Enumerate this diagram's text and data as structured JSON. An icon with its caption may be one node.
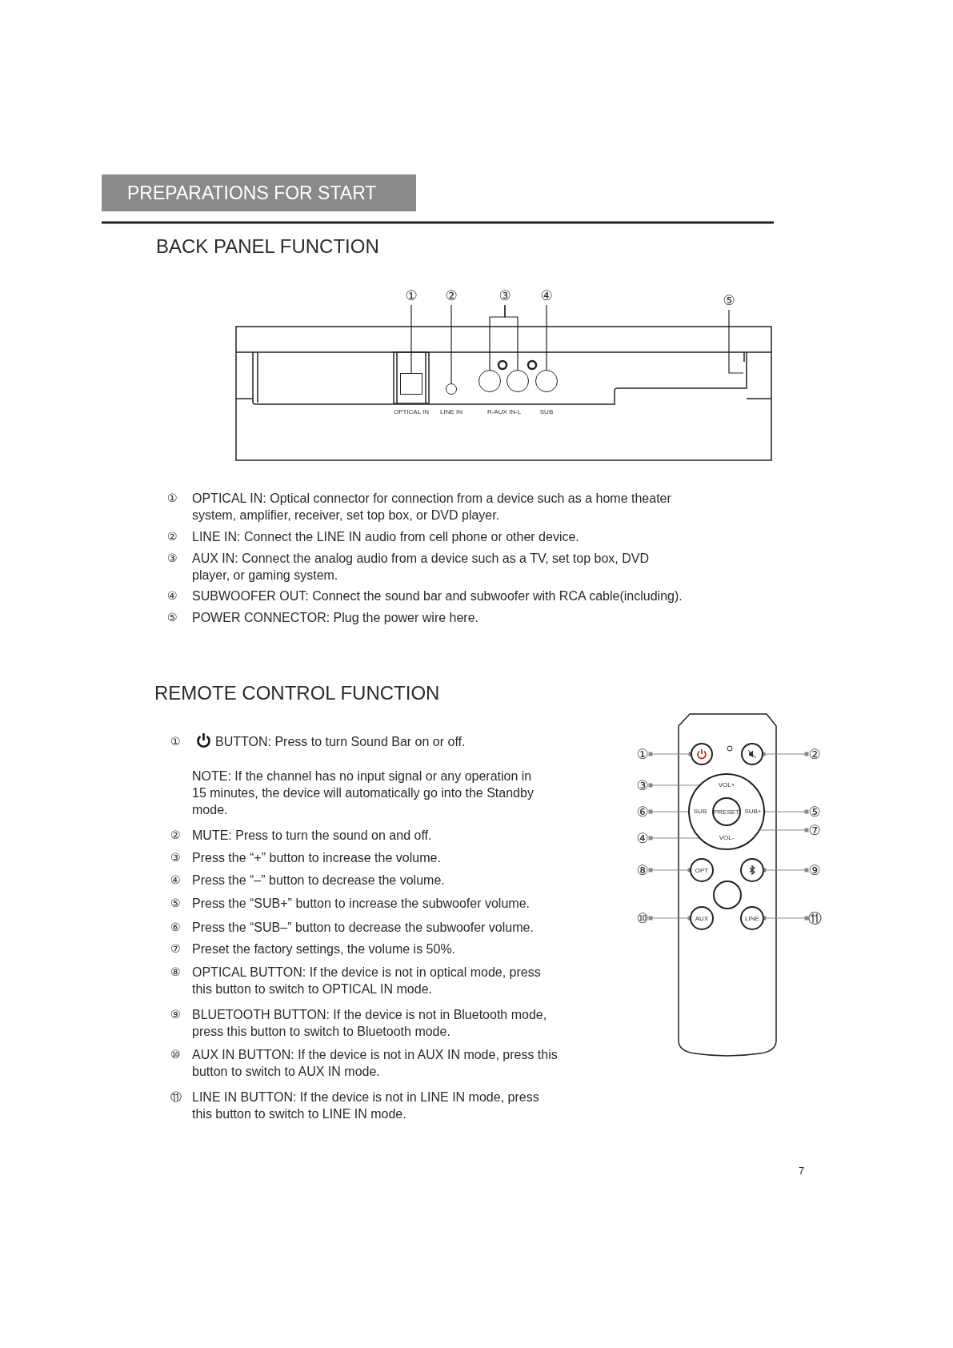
{
  "diagram": {
    "title": "PREPARATIONS FOR START",
    "nodes": [
      {
        "text": [
          "①"
        ]
      },
      {
        "text": [
          "②"
        ]
      },
      {
        "text": [
          "③"
        ]
      },
      {
        "text": [
          "④"
        ]
      },
      {
        "text": [
          "⑤"
        ]
      },
      {
        "text": [],
        "shape": "box"
      },
      {
        "text": [],
        "shape": "circle"
      },
      {
        "text": [],
        "shape": "circle"
      },
      {
        "text": [],
        "shape": "circle"
      },
      {
        "text": [],
        "shape": "circle"
      },
      {
        "text": [
          "①"
        ]
      },
      {
        "text": [
          "②"
        ]
      },
      {
        "text": [
          "③"
        ]
      },
      {
        "text": [
          "④"
        ]
      },
      {
        "text": [
          "⑤"
        ]
      },
      {
        "text": [
          "⑥"
        ]
      },
      {
        "text": [
          "⑦"
        ]
      },
      {
        "text": [
          "⑧"
        ]
      },
      {
        "text": [
          "⑨"
        ]
      },
      {
        "text": [
          "⑩"
        ]
      },
      {
        "text": [
          "⑪"
        ]
      },
      {
        "text": [],
        "shape": "circle"
      },
      {
        "text": [],
        "shape": "circle"
      },
      {
        "text": [],
        "shape": "circle"
      },
      {
        "text": [
          "VOL+"
        ],
        "in": 23
      },
      {
        "text": [
          "SUB"
        ],
        "in": 23
      },
      {
        "text": [
          "PRESET"
        ],
        "in": 23
      },
      {
        "text": [
          "SUB+"
        ],
        "in": 23
      },
      {
        "text": [
          "VOL-"
        ],
        "in": 23
      },
      {
        "text": [
          "OPT"
        ]
      },
      {
        "text": [],
        "shape": "circle"
      },
      {
        "text": [],
        "shape": "circle"
      },
      {
        "text": [
          "AUX"
        ]
      },
      {
        "text": [
          "LINE"
        ]
      }
    ],
    "edges": [
      {
        "from": 0,
        "to": 5,
        "arrow": "none",
        "color": "#222222"
      },
      {
        "from": 1,
        "to": 6,
        "arrow": "none",
        "color": "#222222"
      },
      {
        "from": 2,
        "to": 7,
        "arrow": "none",
        "color": "#222222"
      },
      {
        "from": 2,
        "to": 8,
        "arrow": "none",
        "color": "#222222"
      },
      {
        "from": 3,
        "to": 9,
        "arrow": "none",
        "color": "#222222"
      },
      {
        "from": 4,
        "to": null,
        "arrow": "none",
        "color": "#222222"
      },
      {
        "from": 10,
        "to": 21,
        "arrow": "other"
      },
      {
        "from": 11,
        "to": 22,
        "arrow": "other"
      },
      {
        "from": 12,
        "to": 24,
        "arrow": "other"
      },
      {
        "from": 13,
        "to": 28,
        "arrow": "other"
      },
      {
        "from": 14,
        "to": 27,
        "arrow": "other"
      },
      {
        "from": 15,
        "to": 25,
        "arrow": "other"
      },
      {
        "from": 16,
        "to": 26,
        "arrow": "other"
      },
      {
        "from": 17,
        "to": 29,
        "arrow": "other"
      },
      {
        "from": 18,
        "to": 30,
        "arrow": "other"
      },
      {
        "from": 19,
        "to": 32,
        "arrow": "other"
      },
      {
        "from": 20,
        "to": 33,
        "arrow": "other"
      }
    ],
    "labels": [
      "BACK PANEL FUNCTION",
      "OPTICAL IN",
      "LINE IN",
      "R-AUX IN-L",
      "SUB",
      "①",
      "OPTICAL  IN: Optical connector for connection from a device such as a home theater system, amplifier, receiver, set top box, or DVD player.",
      "②",
      "LINE IN: Connect the LINE IN audio from cell phone or other device.",
      "③",
      "AUX IN: Connect the analog audio from a device such as a TV, set top box, DVD player, or gaming system.",
      "④",
      "SUBWOOFER OUT: Connect the sound bar and subwoofer with RCA cable(including).",
      "⑤",
      "POWER CONNECTOR: Plug the power wire here.",
      "REMOTE CONTROL FUNCTION",
      "①",
      "BUTTON: Press to turn Sound Bar on or off.",
      "NOTE: If the channel has no input signal or any operation in 15 minutes, the device will automatically go into the Standby mode.",
      "②",
      "MUTE: Press to turn the sound on and off.",
      "③",
      "Press the “+” button to increase the volume.",
      "④",
      "Press the “–” button to decrease the volume.",
      "⑤",
      "Press the “SUB+” button to increase the subwoofer volume.",
      "⑥",
      "Press the “SUB–” button to decrease the subwoofer volume.",
      "⑦",
      "Preset the factory settings, the volume is 50%.",
      "⑧",
      "OPTICAL BUTTON: If the device is not in optical mode, press this button to switch to OPTICAL IN mode.",
      "⑨",
      "BLUETOOTH BUTTON: If the device is not in Bluetooth mode, press this button to switch to Bluetooth mode.",
      "⑩",
      "AUX IN BUTTON: If the device is not in AUX IN mode, press this button to switch to AUX IN mode.",
      "⑪",
      "LINE IN BUTTON: If the device is not in LINE IN mode, press this button to switch to LINE IN mode.",
      "7"
    ]
  }
}
